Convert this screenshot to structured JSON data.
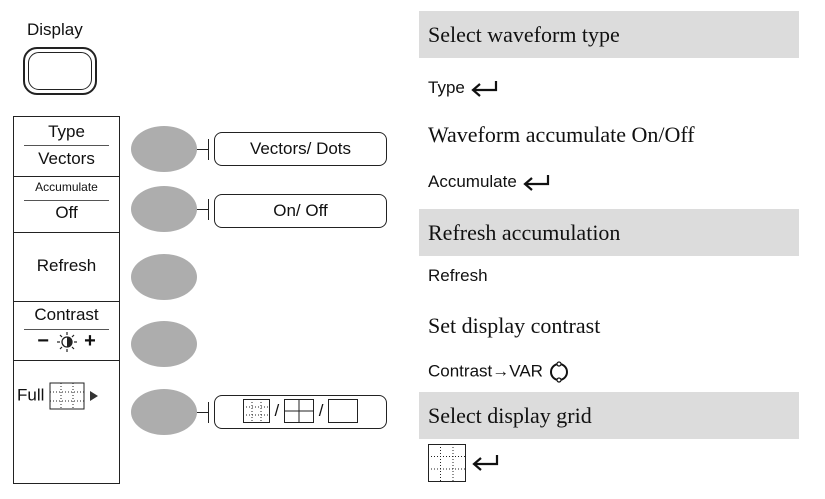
{
  "left_panel": {
    "display_key_label": "Display",
    "menu": [
      {
        "top": "Type",
        "bottom": "Vectors"
      },
      {
        "top": "Accumulate",
        "bottom": "Off"
      },
      {
        "top": "Refresh"
      },
      {
        "top": "Contrast",
        "bottom_symbols": {
          "minus": "−",
          "plus": "+"
        }
      },
      {
        "top": "Full"
      }
    ],
    "option_boxes": {
      "type": "Vectors/ Dots",
      "accumulate": "On/ Off",
      "grid_separator": "/"
    }
  },
  "right_panel": [
    {
      "title": "Select waveform type",
      "command": "Type"
    },
    {
      "title": "Waveform accumulate On/Off",
      "command": "Accumulate"
    },
    {
      "title": "Refresh accumulation",
      "command": "Refresh"
    },
    {
      "title": "Set display contrast",
      "command": "Contrast→VAR"
    },
    {
      "title": "Select display grid"
    }
  ],
  "icons": {
    "return": "return-arrow-icon",
    "knob": "variable-knob-icon",
    "grid": "full-grid-icon",
    "brightness": "brightness-icon"
  },
  "colors": {
    "band": "#dcdcdc",
    "softkey": "#adadad"
  }
}
